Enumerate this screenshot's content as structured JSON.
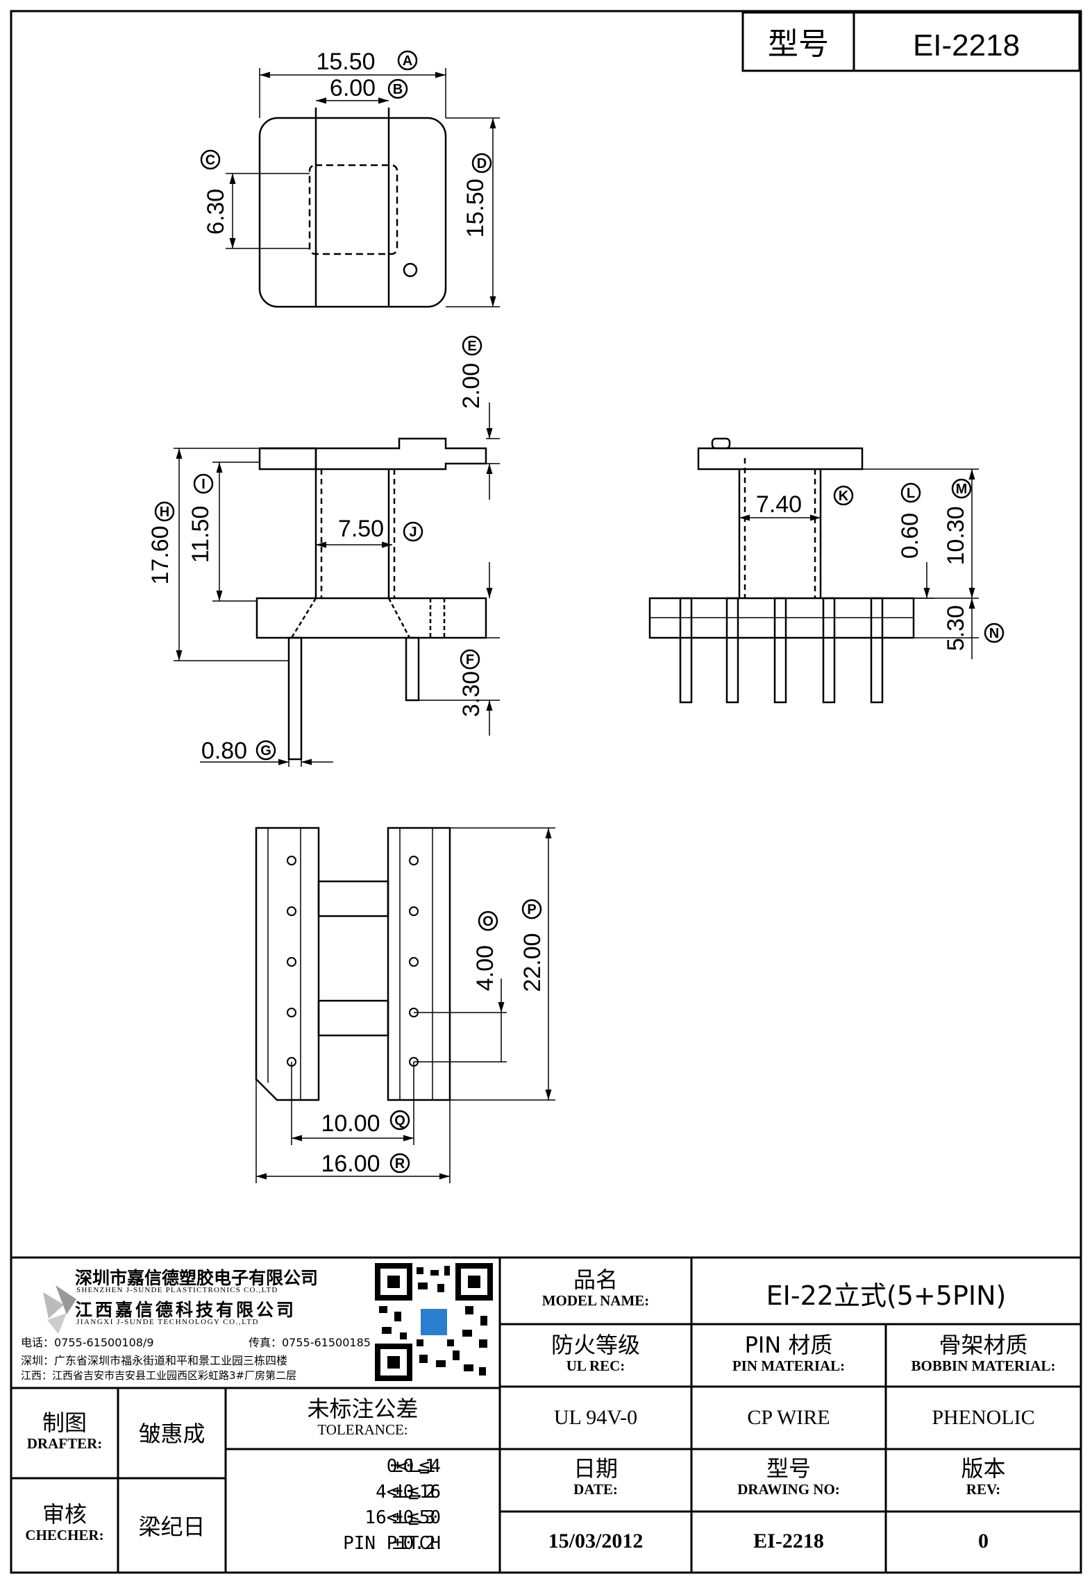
{
  "header": {
    "model_label": "型号",
    "model_value": "EI-2218"
  },
  "dimensions": {
    "A": "15.50",
    "B": "6.00",
    "C": "6.30",
    "D": "15.50",
    "E": "2.00",
    "F": "3.30",
    "G": "0.80",
    "H": "17.60",
    "I": "11.50",
    "J": "7.50",
    "K": "7.40",
    "L": "0.60",
    "M": "10.30",
    "N": "5.30",
    "O": "4.00",
    "P": "22.00",
    "Q": "10.00",
    "R": "16.00"
  },
  "company": {
    "name_cn": "深圳市嘉信德塑胶电子有限公司",
    "name_en": "SHENZHEN J-SUNDE PLASTICTRONICS CO.,LTD",
    "name2_cn": "江西嘉信德科技有限公司",
    "name2_en": "JIANGXI J-SUNDE TECHNOLOGY CO.,LTD",
    "tel": "电话：0755-61500108/9",
    "fax": "传真：0755-61500185",
    "addr1": "深圳：广东省深圳市福永街道和平和景工业园三栋四楼",
    "addr2": "江西：江西省吉安市吉安县工业园西区彩虹路3#厂房第二层"
  },
  "title_block": {
    "model_name_cn": "品名",
    "model_name_en": "MODEL NAME:",
    "model_name_value": "EI-22立式(5+5PIN)",
    "ul_cn": "防火等级",
    "ul_en": "UL REC:",
    "ul_value": "UL 94V-0",
    "pin_cn": "PIN 材质",
    "pin_en": "PIN MATERIAL:",
    "pin_value": "CP WIRE",
    "bobbin_cn": "骨架材质",
    "bobbin_en": "BOBBIN MATERIAL:",
    "bobbin_value": "PHENOLIC",
    "date_cn": "日期",
    "date_en": "DATE:",
    "date_value": "15/03/2012",
    "drawing_cn": "型号",
    "drawing_en": "DRAWING NO:",
    "drawing_value": "EI-2218",
    "rev_cn": "版本",
    "rev_en": "REV:",
    "rev_value": "0",
    "drafter_cn": "制图",
    "drafter_en": "DRAFTER:",
    "drafter_name": "皱惠成",
    "checker_cn": "审核",
    "checker_en": "CHECHER:",
    "checker_name": "梁纪日",
    "tolerance_cn": "未标注公差",
    "tolerance_en": "TOLERANCE:",
    "tolerances": [
      {
        "range": "0<L≦4",
        "value": "±0.1"
      },
      {
        "range": "4<L≦16",
        "value": "±0.2"
      },
      {
        "range": "16<L≦50",
        "value": "±0.3"
      },
      {
        "range": "PIN PITCH",
        "value": "±0.2"
      }
    ]
  }
}
